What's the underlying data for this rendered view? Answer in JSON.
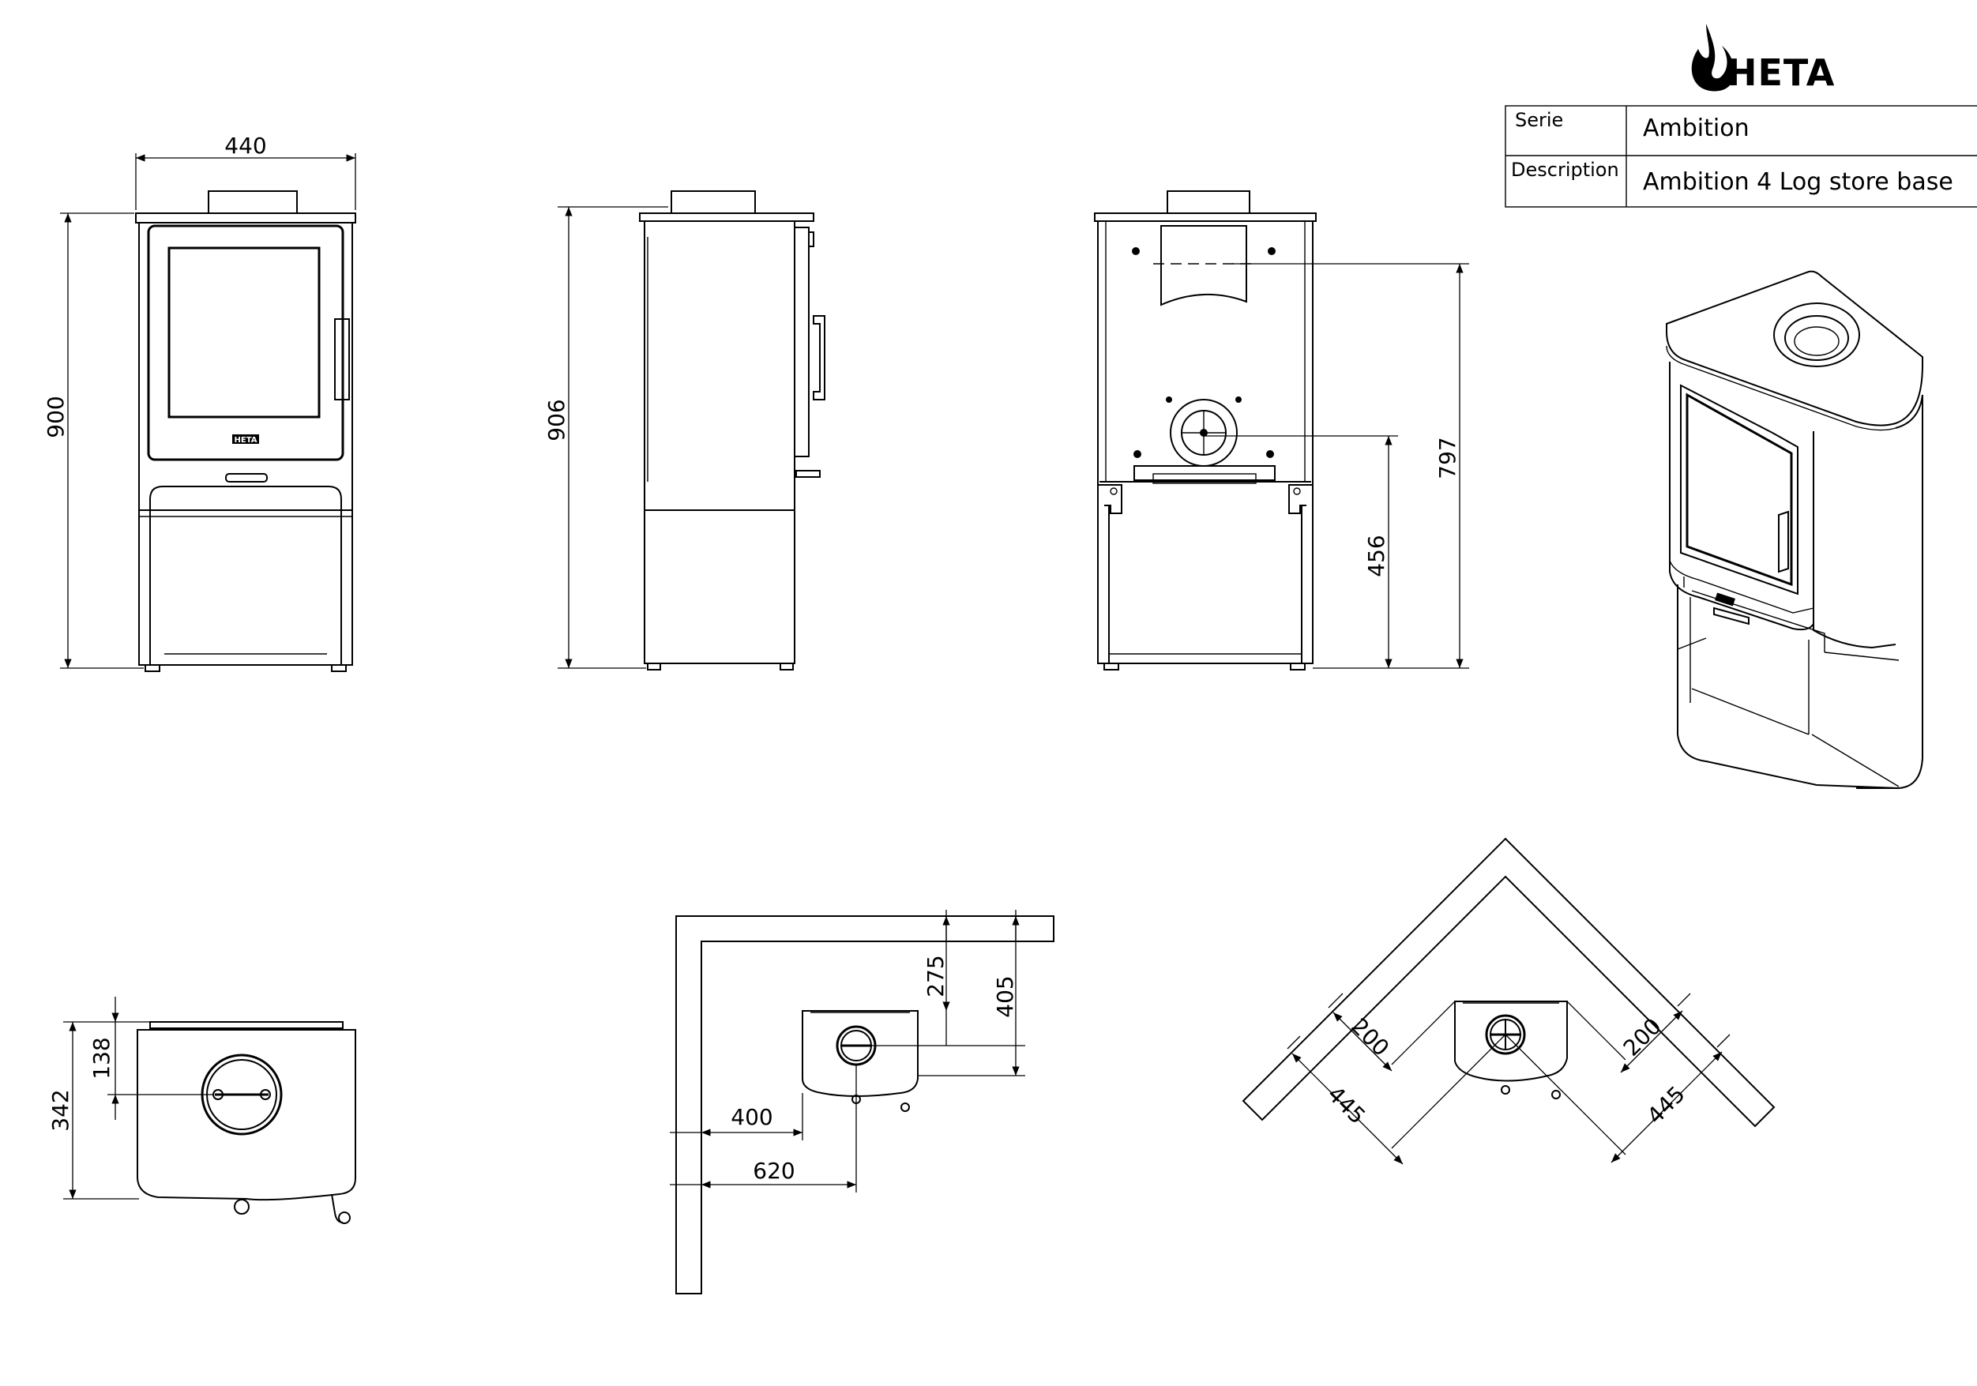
{
  "brand": {
    "logo_text": "HETA",
    "badge_text": "HETA"
  },
  "title_block": {
    "serie_label": "Serie",
    "serie_value": "Ambition",
    "description_label": "Description",
    "description_value": "Ambition 4 Log store base"
  },
  "front_view": {
    "width": "440",
    "height": "900"
  },
  "side_view": {
    "height": "906"
  },
  "rear_view": {
    "flue_height": "797",
    "air_inlet_height": "456"
  },
  "top_view": {
    "depth": "342",
    "flue_centre": "138"
  },
  "corner_clearance_a": {
    "rear_to_flue": "275",
    "rear_total": "405",
    "side_to_body": "400",
    "side_to_flue": "620"
  },
  "corner_clearance_b": {
    "left_short": "200",
    "left_long": "445",
    "right_short": "200",
    "right_long": "445"
  }
}
